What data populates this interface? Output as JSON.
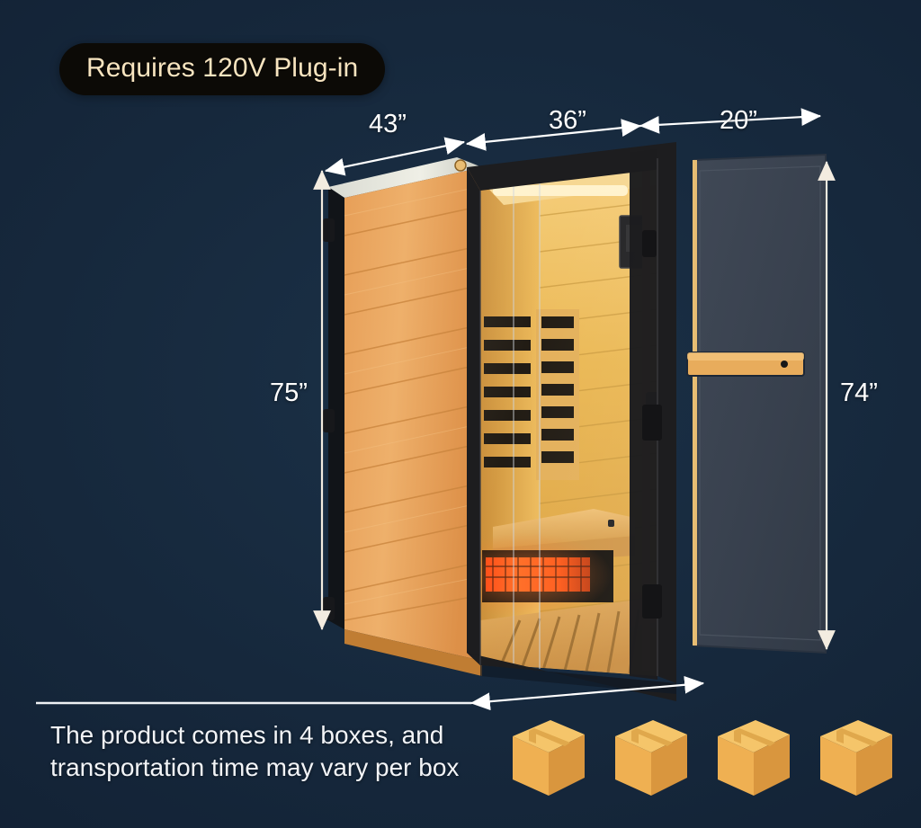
{
  "background_color": "#16283c",
  "badge": {
    "text": "Requires 120V Plug-in",
    "bg_color": "#0c0a06",
    "text_color": "#f7e4bf"
  },
  "dimensions": {
    "depth_top_left": "43”",
    "width_top_middle": "36”",
    "door_top_right": "20”",
    "height_left": "75”",
    "height_right": "74”"
  },
  "product": {
    "type": "infrared-sauna",
    "wood_color": "#e8a864",
    "frame_color": "#1d1d1f",
    "glass_color": "#3a4250",
    "interior_glow_color": "#f2b63c",
    "heater_glow_color": "#ff5a1e",
    "door_handle_color": "#e0a355"
  },
  "shipping": {
    "caption": "The product comes in 4 boxes, and\ntransportation time may vary per box",
    "box_count": 4,
    "box_color": "#f0b košt"
  },
  "boxes": {
    "count": 4,
    "top_color": "#f5c56a",
    "front_color": "#efb052",
    "side_color": "#d9963e",
    "tape_color": "#e0a84c"
  },
  "annotation_color": "#ffffff"
}
